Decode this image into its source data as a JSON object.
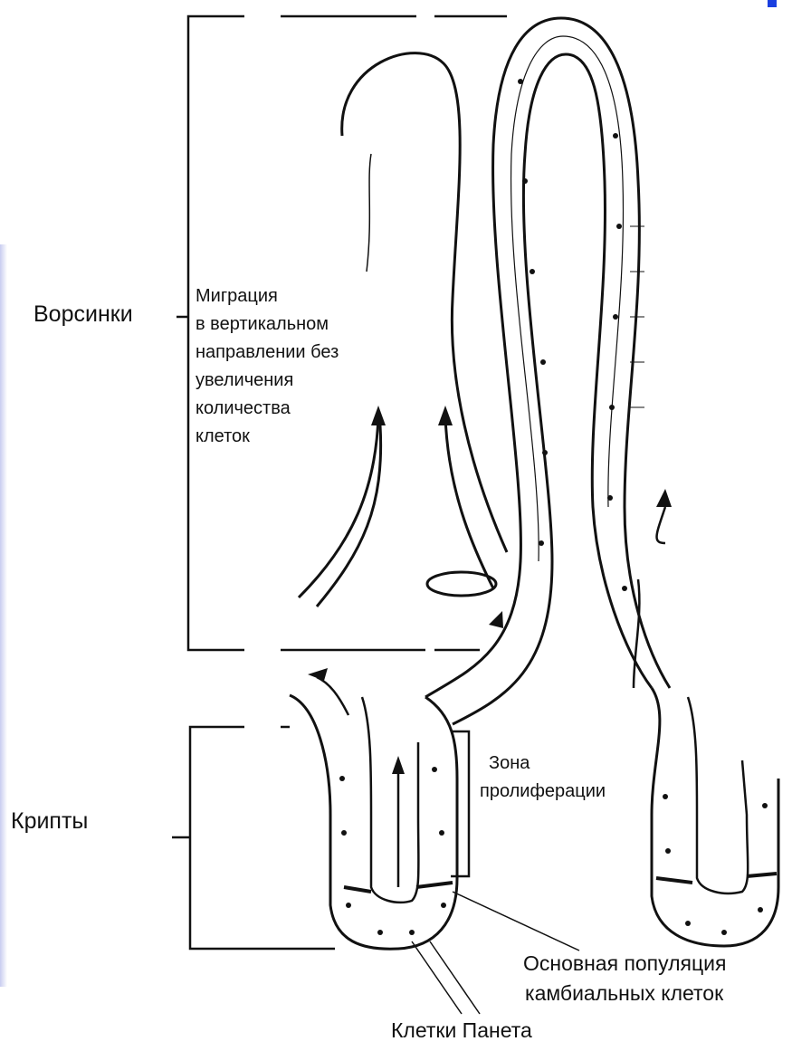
{
  "labels": {
    "villi": "Ворсинки",
    "crypts": "Крипты",
    "migration": [
      "Миграция",
      "в вертикальном",
      "направлении без",
      "увеличения",
      "количества",
      "клеток"
    ],
    "proliferation_zone": [
      "Зона",
      "пролиферации"
    ],
    "cambial": [
      "Основная популяция",
      "камбиальных клеток"
    ],
    "paneth": "Клетки Панета"
  },
  "colors": {
    "ink": "#111111",
    "accent": "#1a3fe0",
    "edge": "#c9cdf0"
  }
}
